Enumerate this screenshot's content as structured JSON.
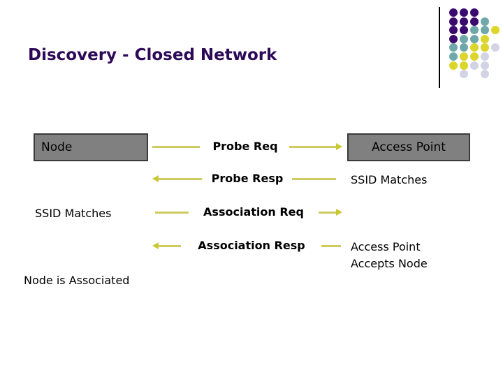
{
  "slide": {
    "title": "Discovery - Closed Network",
    "title_color": "#2D0A57",
    "background": "#ffffff"
  },
  "decoration": {
    "divider_color": "#000000",
    "palette": {
      "purple": "#3B0A6E",
      "teal": "#6FA8A8",
      "yellow": "#DCD62B",
      "lavender": "#D3D3E6"
    },
    "dot_grid": {
      "columns": 5,
      "rows": 9,
      "cells": [
        [
          "purple",
          "purple",
          "purple",
          "none",
          "none"
        ],
        [
          "purple",
          "purple",
          "purple",
          "teal",
          "none"
        ],
        [
          "purple",
          "purple",
          "teal",
          "teal",
          "yellow"
        ],
        [
          "purple",
          "teal",
          "teal",
          "yellow",
          "none"
        ],
        [
          "teal",
          "teal",
          "yellow",
          "yellow",
          "lavender"
        ],
        [
          "teal",
          "yellow",
          "yellow",
          "lavender",
          "none"
        ],
        [
          "yellow",
          "yellow",
          "lavender",
          "lavender",
          "none"
        ],
        [
          "none",
          "lavender",
          "none",
          "lavender",
          "none"
        ],
        [
          "none",
          "none",
          "none",
          "none",
          "none"
        ]
      ]
    }
  },
  "endpoints": {
    "left": {
      "label": "Node",
      "fill": "#808080",
      "border": "#3a3a3a"
    },
    "right": {
      "label": "Access Point",
      "fill": "#808080",
      "border": "#3a3a3a"
    }
  },
  "messages": [
    {
      "label": "Probe Req",
      "direction": "right"
    },
    {
      "label": "Probe Resp",
      "direction": "left"
    },
    {
      "label": "Association Req",
      "direction": "right"
    },
    {
      "label": "Association Resp",
      "direction": "left"
    }
  ],
  "annotations": {
    "right_probe_resp": "SSID Matches",
    "left_association_req": "SSID Matches",
    "right_association_resp_line1": "Access Point",
    "right_association_resp_line2": "Accepts Node",
    "left_final": "Node is Associated"
  },
  "arrow_colors": {
    "line": "#CFCB5E",
    "head": "#C8C832"
  }
}
